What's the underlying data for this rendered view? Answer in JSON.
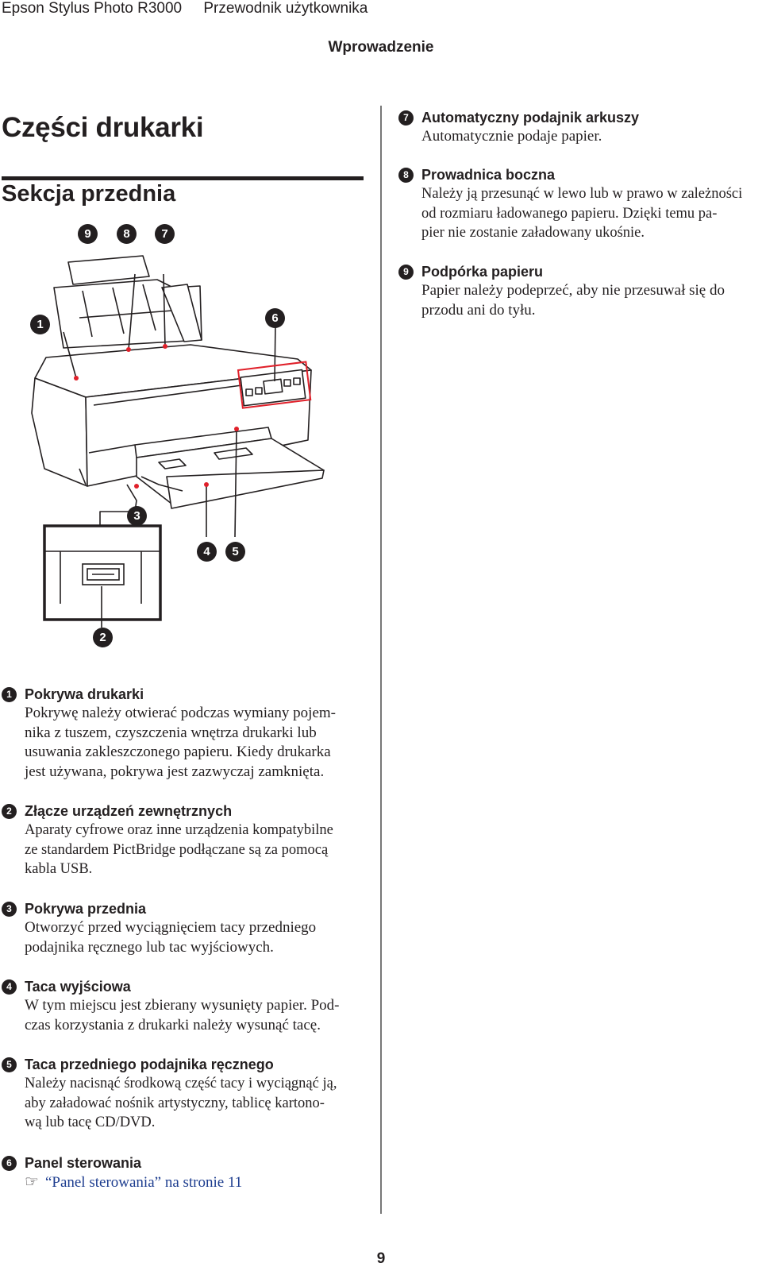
{
  "header": {
    "product": "Epson Stylus Photo R3000",
    "guide": "Przewodnik użytkownika",
    "section": "Wprowadzenie"
  },
  "title": "Części drukarki",
  "subtitle": "Sekcja przednia",
  "figure": {
    "callouts": [
      "1",
      "2",
      "3",
      "4",
      "5",
      "6",
      "7",
      "8",
      "9"
    ]
  },
  "items": [
    {
      "num": "1",
      "title": "Pokrywa drukarki",
      "lines": [
        "Pokrywę należy otwierać podczas wymiany pojem-",
        "nika z tuszem, czyszczenia wnętrza drukarki lub",
        "usuwania zakleszczonego papieru. Kiedy drukarka",
        "jest używana, pokrywa jest zazwyczaj zamknięta."
      ]
    },
    {
      "num": "2",
      "title": "Złącze urządzeń zewnętrznych",
      "lines": [
        "Aparaty cyfrowe oraz inne urządzenia kompatybilne",
        "ze standardem PictBridge podłączane są za pomocą",
        "kabla USB."
      ]
    },
    {
      "num": "3",
      "title": "Pokrywa przednia",
      "lines": [
        "Otworzyć przed wyciągnięciem tacy przedniego",
        "podajnika ręcznego lub tac wyjściowych."
      ]
    },
    {
      "num": "4",
      "title": "Taca wyjściowa",
      "lines": [
        "W tym miejscu jest zbierany wysunięty papier. Pod-",
        "czas korzystania z drukarki należy wysunąć tacę."
      ]
    },
    {
      "num": "5",
      "title": "Taca przedniego podajnika ręcznego",
      "lines": [
        "Należy nacisnąć środkową część tacy i wyciągnąć ją,",
        "aby załadować nośnik artystyczny, tablicę kartono-",
        "wą lub tacę CD/DVD."
      ]
    },
    {
      "num": "6",
      "title": "Panel sterowania",
      "link": "“Panel sterowania” na stronie 11"
    },
    {
      "num": "7",
      "title": "Automatyczny podajnik arkuszy",
      "lines": [
        "Automatycznie podaje papier."
      ]
    },
    {
      "num": "8",
      "title": "Prowadnica boczna",
      "lines": [
        "Należy ją przesunąć w lewo lub w prawo w zależności",
        "od rozmiaru ładowanego papieru. Dzięki temu pa-",
        "pier nie zostanie załadowany ukośnie."
      ]
    },
    {
      "num": "9",
      "title": "Podpórka papieru",
      "lines": [
        "Papier należy podeprzeć, aby nie przesuwał się do",
        "przodu ani do tyłu."
      ]
    }
  ],
  "page_number": "9",
  "colors": {
    "text": "#231f20",
    "link": "#1d3d8f",
    "highlight": "#e0202a"
  }
}
